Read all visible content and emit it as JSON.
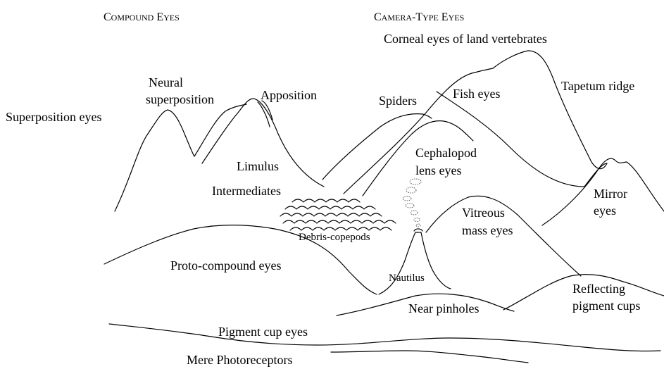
{
  "headings": {
    "compound": {
      "initial1": "C",
      "rest1": "OMPOUND",
      "initial2": "E",
      "rest2": "YES"
    },
    "camera": {
      "initial1": "C",
      "rest1": "AMERA",
      "hyphen": "-",
      "initial2": "T",
      "rest2": "YPE",
      "initial3": "E",
      "rest3": "YES"
    }
  },
  "labels": {
    "corneal": "Corneal eyes of land vertebrates",
    "neural_line1": "Neural",
    "neural_line2": "superposition",
    "apposition": "Apposition",
    "superposition": "Superposition eyes",
    "spiders": "Spiders",
    "fish": "Fish eyes",
    "tapetum": "Tapetum ridge",
    "limulus": "Limulus",
    "cephalopod_line1": "Cephalopod",
    "cephalopod_line2": "lens eyes",
    "intermediates": "Intermediates",
    "mirror_line1": "Mirror",
    "mirror_line2": "eyes",
    "vitreous_line1": "Vitreous",
    "vitreous_line2": "mass eyes",
    "debris": "Debris-copepods",
    "proto": "Proto-compound eyes",
    "nautilus": "Nautilus",
    "reflecting_line1": "Reflecting",
    "reflecting_line2": "pigment cups",
    "pinholes": "Near pinholes",
    "pigment_cup": "Pigment cup eyes",
    "photoreceptors": "Mere Photoreceptors"
  }
}
